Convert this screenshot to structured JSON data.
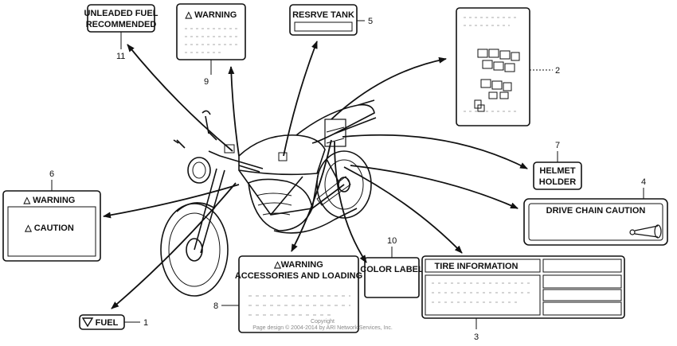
{
  "callouts": {
    "c1": "1",
    "c2": "2",
    "c3": "3",
    "c4": "4",
    "c5": "5",
    "c6": "6",
    "c7": "7",
    "c8": "8",
    "c9": "9",
    "c10": "10",
    "c11": "11"
  },
  "labels": {
    "unleaded_line1": "UNLEADED FUEL",
    "unleaded_line2": "RECOMMENDED",
    "warning_9": "△ WARNING",
    "reserve_tank": "RESRVE TANK",
    "helmet_line1": "HELMET",
    "helmet_line2": "HOLDER",
    "drive_chain": "DRIVE CHAIN CAUTION",
    "warning_6": "△ WARNING",
    "caution_6": "△ CAUTION",
    "warning_8": "△WARNING",
    "accessories_8": "ACCESSORIES AND LOADING",
    "color_label": "COLOR LABEL",
    "tire_info": "TIRE INFORMATION",
    "fuel": "FUEL"
  },
  "copyright": {
    "line1": "Copyright",
    "line2": "Page design © 2004-2014 by ARI Network Services, Inc."
  }
}
